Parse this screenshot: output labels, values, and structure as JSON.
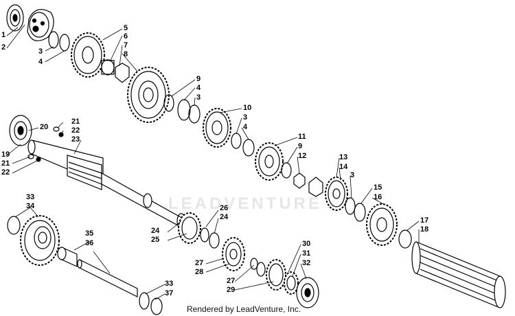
{
  "diagram": {
    "callouts": [
      {
        "id": "c1",
        "text": "1"
      },
      {
        "id": "c2",
        "text": "2"
      },
      {
        "id": "c3a",
        "text": "3"
      },
      {
        "id": "c4a",
        "text": "4"
      },
      {
        "id": "c5",
        "text": "5"
      },
      {
        "id": "c6",
        "text": "6"
      },
      {
        "id": "c7",
        "text": "7"
      },
      {
        "id": "c8",
        "text": "8"
      },
      {
        "id": "c9a",
        "text": "9"
      },
      {
        "id": "c4b",
        "text": "4"
      },
      {
        "id": "c3b",
        "text": "3"
      },
      {
        "id": "c10",
        "text": "10"
      },
      {
        "id": "c3c",
        "text": "3"
      },
      {
        "id": "c4c",
        "text": "4"
      },
      {
        "id": "c11",
        "text": "11"
      },
      {
        "id": "c9b",
        "text": "9"
      },
      {
        "id": "c12",
        "text": "12"
      },
      {
        "id": "c13",
        "text": "13"
      },
      {
        "id": "c14",
        "text": "14"
      },
      {
        "id": "c3d",
        "text": "3"
      },
      {
        "id": "c15",
        "text": "15"
      },
      {
        "id": "c16",
        "text": "16"
      },
      {
        "id": "c17",
        "text": "17"
      },
      {
        "id": "c18",
        "text": "18"
      },
      {
        "id": "c19",
        "text": "19"
      },
      {
        "id": "c20",
        "text": "20"
      },
      {
        "id": "c21a",
        "text": "21"
      },
      {
        "id": "c22a",
        "text": "22"
      },
      {
        "id": "c23",
        "text": "23"
      },
      {
        "id": "c21b",
        "text": "21"
      },
      {
        "id": "c22b",
        "text": "22"
      },
      {
        "id": "c33a",
        "text": "33"
      },
      {
        "id": "c34",
        "text": "34"
      },
      {
        "id": "c35",
        "text": "35"
      },
      {
        "id": "c36",
        "text": "36"
      },
      {
        "id": "c24a",
        "text": "24"
      },
      {
        "id": "c25",
        "text": "25"
      },
      {
        "id": "c26",
        "text": "26"
      },
      {
        "id": "c24b",
        "text": "24"
      },
      {
        "id": "c27a",
        "text": "27"
      },
      {
        "id": "c28",
        "text": "28"
      },
      {
        "id": "c27b",
        "text": "27"
      },
      {
        "id": "c29",
        "text": "29"
      },
      {
        "id": "c30",
        "text": "30"
      },
      {
        "id": "c31",
        "text": "31"
      },
      {
        "id": "c32",
        "text": "32"
      },
      {
        "id": "c33b",
        "text": "33"
      },
      {
        "id": "c37",
        "text": "37"
      }
    ],
    "credit": "Rendered by LeadVenture, Inc.",
    "watermark": "LEADVENTURE"
  }
}
